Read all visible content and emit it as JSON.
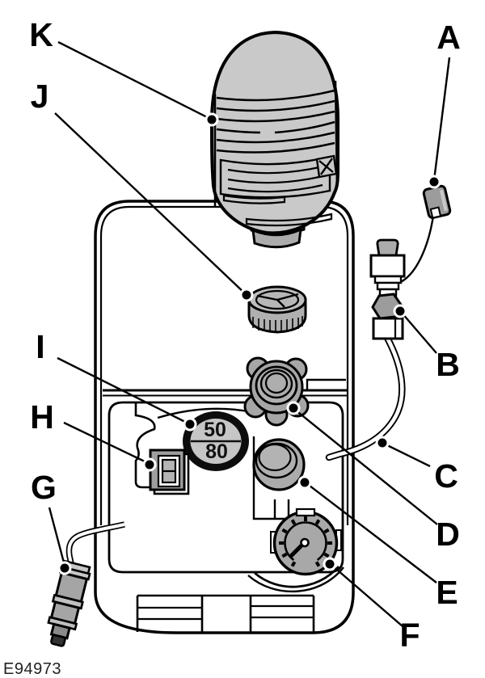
{
  "figure": {
    "code": "E94973",
    "sticker": {
      "top": "50",
      "bottom": "80"
    },
    "callouts": [
      {
        "letter": "A",
        "part": "valve-cap"
      },
      {
        "letter": "B",
        "part": "hose-valve-connector"
      },
      {
        "letter": "C",
        "part": "inflation-hose"
      },
      {
        "letter": "D",
        "part": "bottle-receptacle-cap"
      },
      {
        "letter": "E",
        "part": "outlet-cap"
      },
      {
        "letter": "F",
        "part": "pressure-gauge"
      },
      {
        "letter": "G",
        "part": "power-plug"
      },
      {
        "letter": "H",
        "part": "power-switch"
      },
      {
        "letter": "I",
        "part": "speed-limit-sticker"
      },
      {
        "letter": "J",
        "part": "bottle-cap"
      },
      {
        "letter": "K",
        "part": "sealant-bottle"
      }
    ],
    "colors": {
      "outline": "#000000",
      "bottle_gray": "#c9c9c9",
      "component_gray": "#a8a8a8",
      "dark_gray": "#9c9c9c",
      "sticker_face": "#c6c6c6",
      "background": "#ffffff"
    }
  }
}
